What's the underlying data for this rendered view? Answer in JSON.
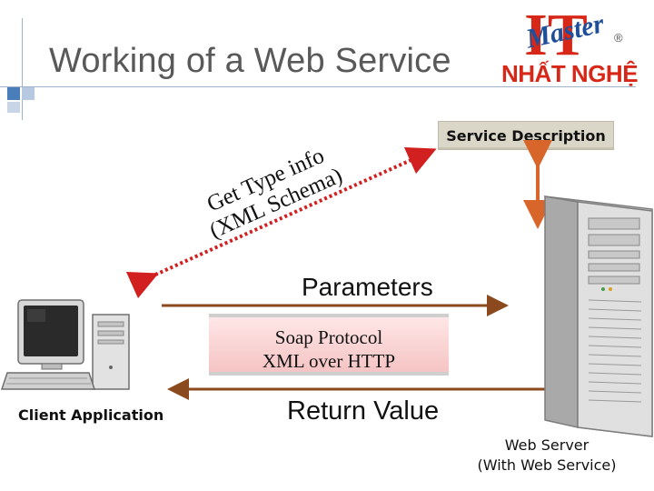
{
  "slide": {
    "title": "Working of a Web Service"
  },
  "logo": {
    "word_master": "Master",
    "letters_it": "IT",
    "brand_text": "NHẤT NGHỆ",
    "registered_mark": "®"
  },
  "diagram": {
    "service_description": "Service Description",
    "get_type_info_line1": "Get Type info",
    "get_type_info_line2": "(XML Schema)",
    "parameters": "Parameters",
    "soap_line1": "Soap Protocol",
    "soap_line2": "XML over HTTP",
    "return_value": "Return Value",
    "client_application": "Client Application",
    "web_server_line1": "Web Server",
    "web_server_line2": "(With Web Service)"
  },
  "colors": {
    "arrow_red": "#d21f1f",
    "arrow_brown": "#8b4a1e",
    "arrow_orange": "#d8652a",
    "logo_blue": "#1f4e9a",
    "logo_red": "#d62718"
  }
}
